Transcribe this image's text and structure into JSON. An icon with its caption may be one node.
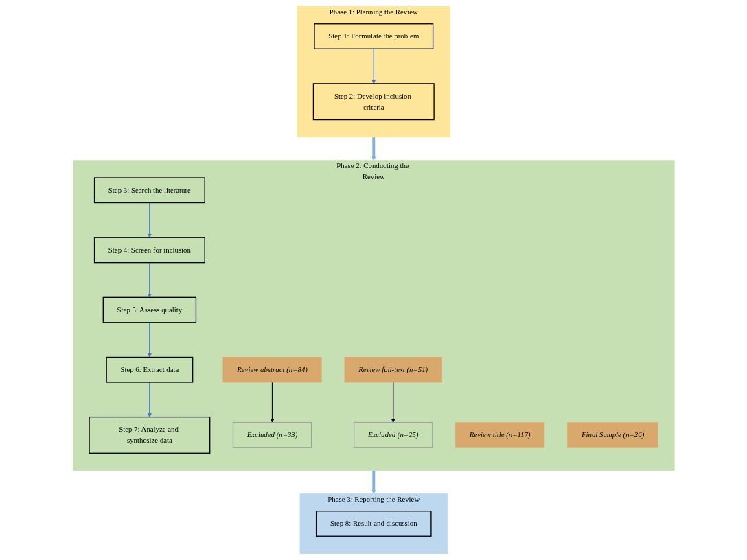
{
  "diagram": {
    "nodes": [
      {
        "text": [
          "Phase 1: Planning the Review"
        ]
      },
      {
        "text": [
          "Step 1: Formulate the problem"
        ],
        "in": 0
      },
      {
        "text": [
          "Step 2: Develop inclusion criteria"
        ],
        "in": 0
      },
      {
        "text": [
          "Phase 2: Conducting the Review"
        ]
      },
      {
        "text": [
          "Step 3: Search the literature"
        ],
        "in": 3
      },
      {
        "text": [
          "Step 4: Screen for inclusion"
        ],
        "in": 3
      },
      {
        "text": [
          "Step 5: Assess quality"
        ],
        "in": 3
      },
      {
        "text": [
          "Step 6: Extract data"
        ],
        "in": 3
      },
      {
        "text": [
          "Step 7: Analyze and synthesize data"
        ],
        "in": 3
      },
      {
        "text": [
          "Review title (n=117)"
        ],
        "in": 3
      },
      {
        "text": [
          "Review abstract (n=84)"
        ],
        "in": 3
      },
      {
        "text": [
          "Review full-text (n=51)"
        ],
        "in": 3
      },
      {
        "text": [
          "Final Sample (n=26)"
        ],
        "in": 3
      },
      {
        "text": [
          "Excluded (n=33)"
        ],
        "in": 3
      },
      {
        "text": [
          "Excluded (n=25)"
        ],
        "in": 3
      },
      {
        "text": [
          "Phase 3: Reporting the Review"
        ]
      },
      {
        "text": [
          "Step 8: Result and discussion"
        ],
        "in": 15
      }
    ],
    "edges": [
      {
        "from": 1,
        "to": 2,
        "arrow": "to"
      },
      {
        "from": 4,
        "to": 5,
        "arrow": "to"
      },
      {
        "from": 5,
        "to": 6,
        "arrow": "to"
      },
      {
        "from": 6,
        "to": 7,
        "arrow": "to"
      },
      {
        "from": 7,
        "to": 8,
        "arrow": "to"
      },
      {
        "from": 0,
        "to": 3,
        "arrow": "to",
        "style": "thick",
        "color": "#86b3d9"
      },
      {
        "from": 3,
        "to": 15,
        "arrow": "to",
        "style": "thick",
        "color": "#86b3d9"
      },
      {
        "from": 10,
        "to": 13,
        "arrow": "to",
        "color": "#000000"
      },
      {
        "from": 11,
        "to": 14,
        "arrow": "to",
        "color": "#000000"
      }
    ]
  }
}
